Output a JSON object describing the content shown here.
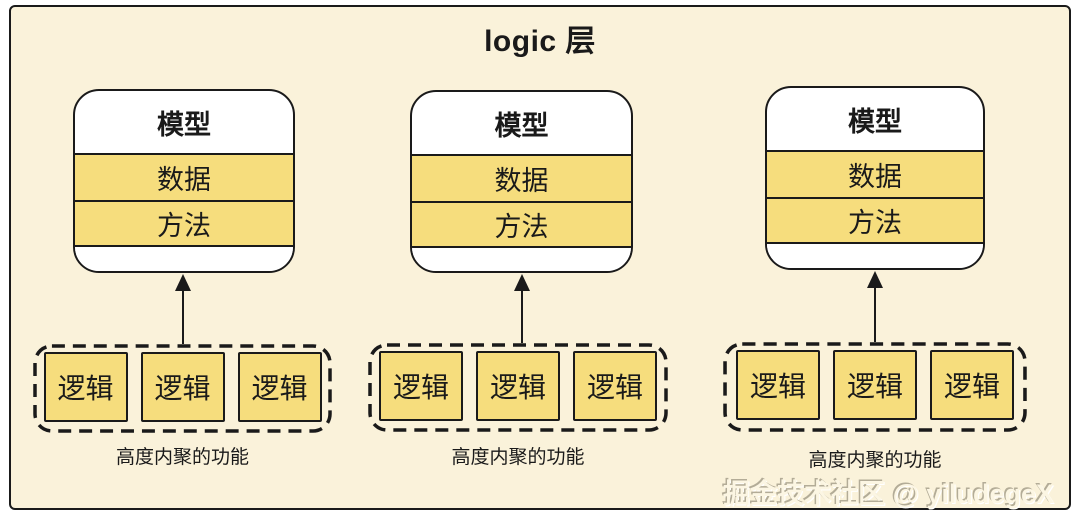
{
  "title": "logic 层",
  "colors": {
    "background": "#FAF2DA",
    "panel_yellow": "#F6DD7D",
    "border": "#1A1A1A",
    "box_white": "#FFFFFF"
  },
  "groups": [
    {
      "model": {
        "title": "模型",
        "rows": [
          "数据",
          "方法"
        ]
      },
      "logic_items": [
        "逻辑",
        "逻辑",
        "逻辑"
      ],
      "caption": "高度内聚的功能"
    },
    {
      "model": {
        "title": "模型",
        "rows": [
          "数据",
          "方法"
        ]
      },
      "logic_items": [
        "逻辑",
        "逻辑",
        "逻辑"
      ],
      "caption": "高度内聚的功能"
    },
    {
      "model": {
        "title": "模型",
        "rows": [
          "数据",
          "方法"
        ]
      },
      "logic_items": [
        "逻辑",
        "逻辑",
        "逻辑"
      ],
      "caption": "高度内聚的功能"
    }
  ],
  "watermark": "掘金技术社区 @ yiludegeX"
}
